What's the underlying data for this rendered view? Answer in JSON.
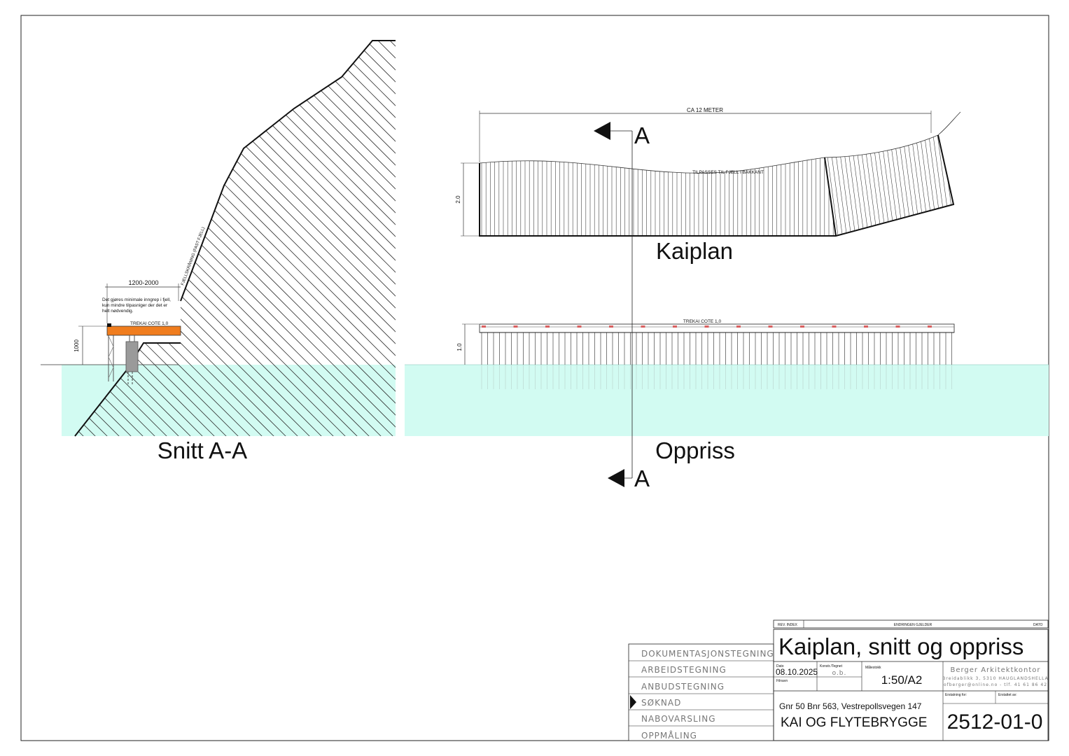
{
  "views": {
    "section": {
      "title": "Snitt A-A",
      "dim_width": "1200-2000",
      "dim_height": "1000",
      "note_lines": [
        "Det gjøres minimale inngrep i fjell,",
        "kun mindre tilpasniger der det er",
        "helt nødvendig."
      ],
      "deck_label": "TREKAI COTE 1,0",
      "slope_label": "FJELLSKRÅNING (FAST FJELL)"
    },
    "plan": {
      "title": "Kaiplan",
      "dim_length": "CA 12 METER",
      "dim_depth": "2.0",
      "edge_label": "TILPASSES TIL FJELL I BAKKANT"
    },
    "elevation": {
      "title": "Oppriss",
      "deck_label": "TREKAI COTE 1,0",
      "dim_height": "1.0"
    },
    "section_marker": {
      "top": "A",
      "bottom": "A"
    }
  },
  "title_block": {
    "revision_header": {
      "rev_index": "REV. INDEX",
      "changes": "ENDRINGEN GJELDER",
      "date": "DATO"
    },
    "stages": [
      "DOKUMENTASJONSTEGNING",
      "ARBEIDSTEGNING",
      "ANBUDSTEGNING",
      "SØKNAD",
      "NABOVARSLING",
      "OPPMÅLING"
    ],
    "active_stage": "SØKNAD",
    "drawing_title": "Kaiplan, snitt og oppriss",
    "date_label": "Dato",
    "date": "08.10.2025",
    "drawn_label": "Konstr./Tegnet",
    "drawn_by": "o.b.",
    "filename_label": "Filnavn",
    "scale_label": "Målestokk",
    "scale": "1:50/A2",
    "office": {
      "name": "Berger Arkitektkontor",
      "address": "Breidablikk 3, 5310 HAUGLANDSHELLA",
      "contact": "ofberger@online.no - tlf. 41 61 86 42"
    },
    "replaces_label": "Erstatning for:",
    "replaced_by_label": "Erstattet av:",
    "property": "Gnr 50 Bnr 563, Vestrepollsvegen 147",
    "project": "KAI OG FLYTEBRYGGE",
    "drawing_number": "2512-01-0"
  },
  "colors": {
    "water": "#d2fbf2",
    "deck": "#f07d1e",
    "line": "#111111",
    "post_red": "#d96060"
  }
}
